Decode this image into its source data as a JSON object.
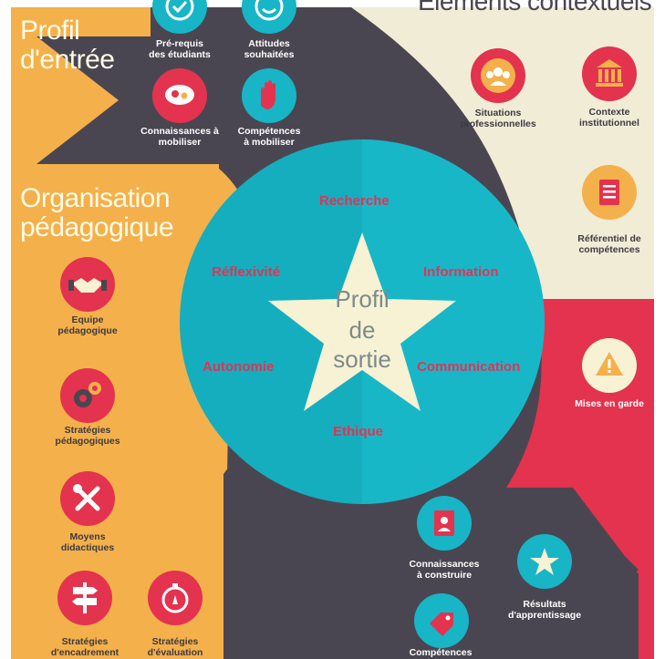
{
  "zones": {
    "entry": "Profil\nd'entrée",
    "context": "Eléments contextuels",
    "organisation": "Organisation\npédagogique"
  },
  "center": {
    "star_line1": "Profil",
    "star_line2": "de",
    "star_line3": "sortie",
    "keywords": {
      "recherche": "Recherche",
      "reflexivite": "Réflexivité",
      "information": "Information",
      "autonomie": "Autonomie",
      "communication": "Communication",
      "ethique": "Ethique"
    }
  },
  "entry_items": {
    "prerequis": "Pré-requis\ndes étudiants",
    "attitudes": "Attitudes\nsouhaitées",
    "connaissances": "Connaissances à\nmobiliser",
    "competences": "Compétences\nà mobiliser"
  },
  "context_items": {
    "situations": "Situations\nprofessionnelles",
    "contexte": "Contexte\ninstitutionnel",
    "referentiel": "Référentiel de\ncompétences",
    "mises": "Mises en garde"
  },
  "organisation_items": {
    "equipe": "Equipe\npédagogique",
    "strategies_peda": "Stratégies\npédagogiques",
    "moyens": "Moyens\ndidactiques",
    "encadrement": "Stratégies\nd'encadrement",
    "evaluation": "Stratégies\nd'évaluation"
  },
  "output_items": {
    "connaissances_construire": "Connaissances\nà construire",
    "resultats": "Résultats\nd'apprentissage",
    "competences": "Compétences"
  },
  "colors": {
    "orange": "#f4b04a",
    "dark": "#4a4651",
    "cream": "#f1ecd6",
    "red": "#e3334e",
    "teal": "#17b5c6",
    "star": "#f7f2d3"
  },
  "icons": {
    "prerequis": "check-badge-icon",
    "attitudes": "smiley-icon",
    "connaissances": "brain-gears-icon",
    "competences": "raised-hand-icon",
    "situations": "group-icon",
    "contexte": "institution-building-icon",
    "referentiel": "checklist-icon",
    "mises": "warning-icon",
    "equipe": "handshake-icon",
    "strategies_peda": "gears-icon",
    "moyens": "tools-icon",
    "encadrement": "signpost-icon",
    "evaluation": "compass-icon",
    "connaissances_construire": "book-icon",
    "resultats": "star-icon",
    "competences_out": "tag-icon"
  }
}
